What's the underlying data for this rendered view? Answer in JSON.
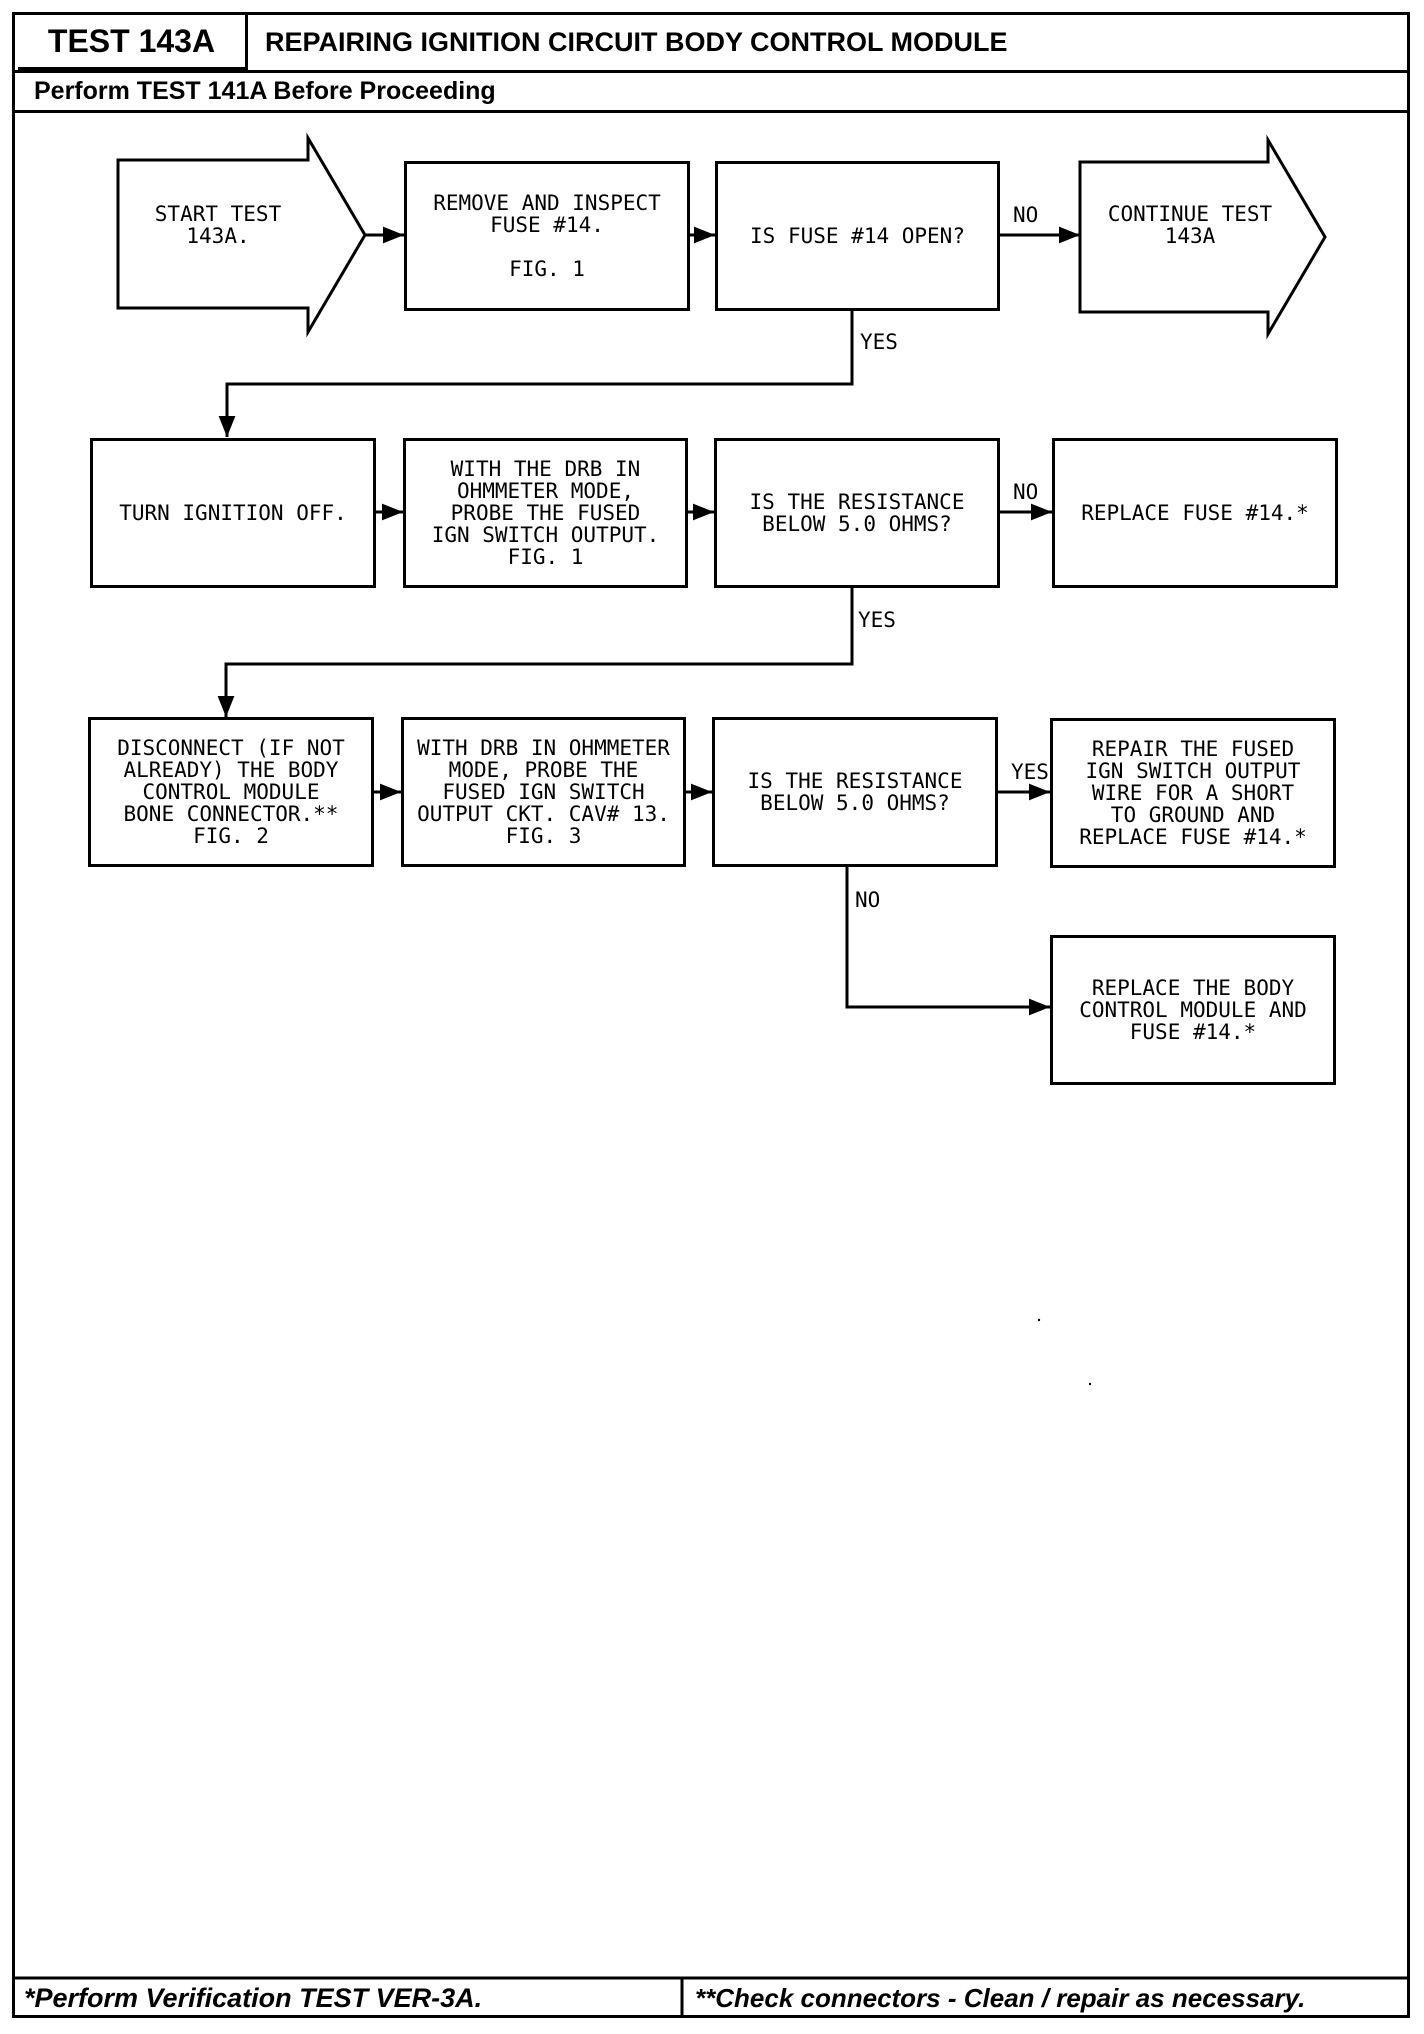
{
  "header": {
    "test_id": "TEST 143A",
    "title": "REPAIRING IGNITION CIRCUIT BODY CONTROL MODULE",
    "subtitle": "Perform TEST 141A Before Proceeding"
  },
  "nodes": {
    "start": "START TEST\n143A.",
    "remove_inspect": "REMOVE AND INSPECT\nFUSE #14.\n\nFIG. 1",
    "fuse_open": "IS FUSE #14 OPEN?",
    "continue": "CONTINUE TEST\n143A",
    "ignition_off": "TURN IGNITION OFF.",
    "probe1": "WITH THE DRB IN\nOHMMETER MODE,\nPROBE THE FUSED\nIGN SWITCH OUTPUT.\nFIG. 1",
    "resistance1": "IS THE RESISTANCE\nBELOW 5.0 OHMS?",
    "replace_fuse": "REPLACE FUSE #14.*",
    "disconnect": "DISCONNECT (IF NOT\nALREADY) THE BODY\nCONTROL MODULE\nBONE CONNECTOR.**\nFIG. 2",
    "probe2": "WITH DRB IN OHMMETER\nMODE, PROBE THE\nFUSED IGN SWITCH\nOUTPUT CKT. CAV# 13.\nFIG. 3",
    "resistance2": "IS THE RESISTANCE\nBELOW 5.0 OHMS?",
    "repair_wire": "REPAIR THE FUSED\nIGN SWITCH OUTPUT\nWIRE FOR A SHORT\nTO GROUND AND\nREPLACE FUSE #14.*",
    "replace_bcm": "REPLACE THE BODY\nCONTROL MODULE AND\nFUSE #14.*"
  },
  "labels": {
    "no1": "NO",
    "yes1": "YES",
    "no2": "NO",
    "yes2": "YES",
    "yes3": "YES",
    "no3": "NO"
  },
  "footer": {
    "left": "*Perform Verification TEST VER-3A.",
    "right": "**Check connectors - Clean / repair as necessary."
  }
}
